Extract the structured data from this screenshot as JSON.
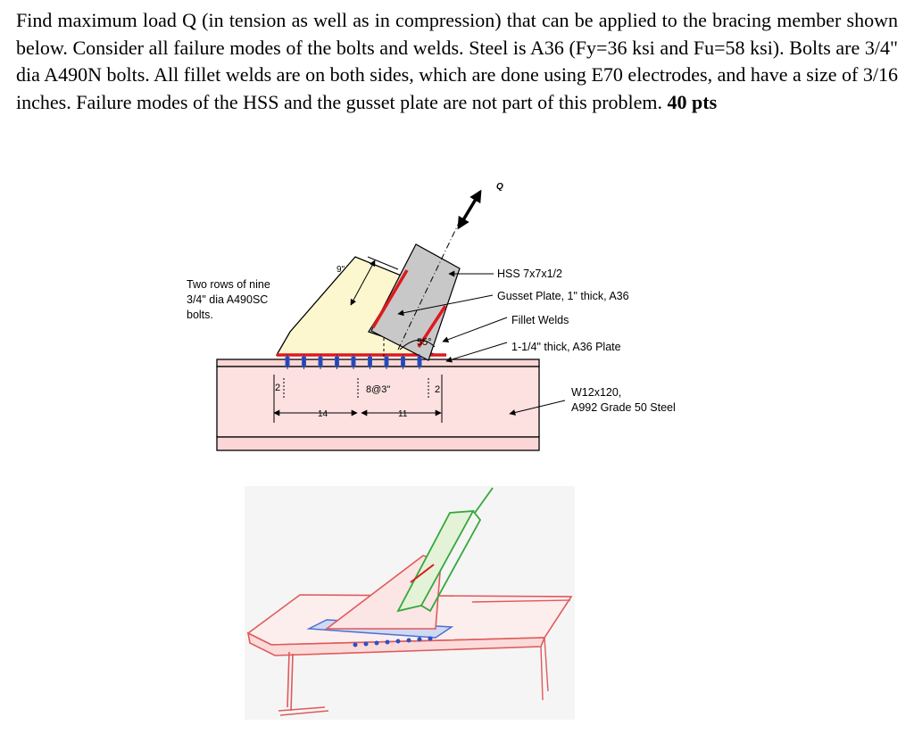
{
  "problem": {
    "text": "Find maximum load Q (in tension as well as in compression) that can be applied to the bracing member shown below. Consider all failure modes of the bolts and welds. Steel is A36 (Fy=36 ksi and Fu=58 ksi). Bolts are 3/4\" dia A490N bolts. All fillet welds are on both sides, which are done using E70 electrodes, and have a size of 3/16 inches. Failure modes of the HSS and the gusset plate are not part of this problem.",
    "points": "40 pts"
  },
  "diagram": {
    "load_label": "Q",
    "left_note": [
      "Two rows of nine",
      "3/4\" dia A490SC",
      "bolts."
    ],
    "dim_9": "9\"",
    "angle": "55°",
    "dim_edge_left": "2",
    "dim_edge_right": "2",
    "dim_spacing": "8@3\"",
    "dim_14": "14",
    "dim_11": "11",
    "callouts": {
      "hss": "HSS 7x7x1/2",
      "gusset": "Gusset Plate, 1\" thick, A36",
      "welds": "Fillet Welds",
      "plate": "1-1/4\" thick, A36 Plate",
      "beam_1": "W12x120,",
      "beam_2": "A992 Grade 50 Steel"
    }
  },
  "colors": {
    "gusset_fill": "#fdf7cf",
    "beam_fill": "#fde0e0",
    "weld": "#e0181f",
    "hss_fill": "#c8c8c8",
    "bolt": "#2a52c7",
    "sketch_green": "#34a83a"
  }
}
